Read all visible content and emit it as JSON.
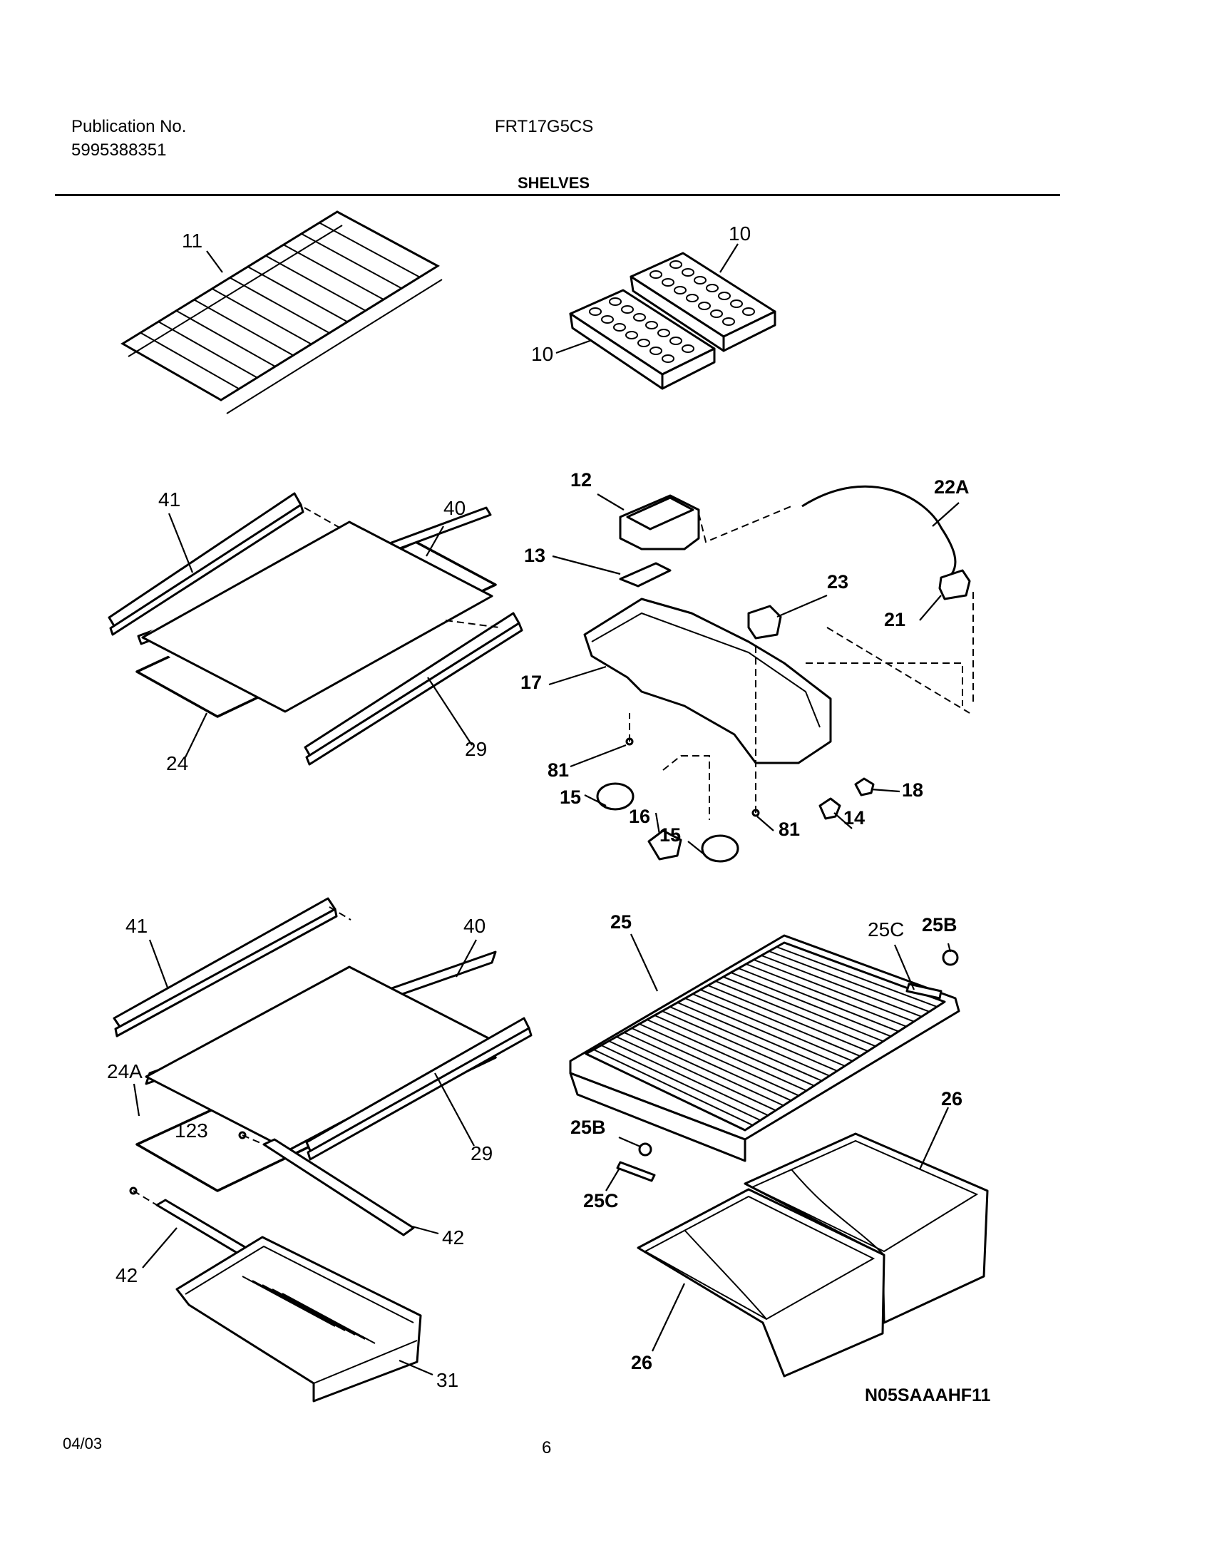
{
  "header": {
    "publication_label": "Publication No.",
    "publication_number": "5995388351",
    "model": "FRT17G5CS",
    "section_title": "SHELVES"
  },
  "footer": {
    "date": "04/03",
    "page_number": "6",
    "diagram_code": "N05SAAAHF11"
  },
  "callouts": {
    "c11": "11",
    "c10a": "10",
    "c10b": "10",
    "c41a": "41",
    "c40a": "40",
    "c29a": "29",
    "c24": "24",
    "c12": "12",
    "c13": "13",
    "c17": "17",
    "c81a": "81",
    "c81b": "81",
    "c15a": "15",
    "c15b": "15",
    "c16": "16",
    "c14": "14",
    "c18": "18",
    "c23": "23",
    "c21": "21",
    "c22a": "22A",
    "c41b": "41",
    "c40b": "40",
    "c24a": "24A",
    "c123": "123",
    "c29b": "29",
    "c42a": "42",
    "c42b": "42",
    "c31": "31",
    "c25": "25",
    "c25c1": "25C",
    "c25b1": "25B",
    "c25b2": "25B",
    "c25c2": "25C",
    "c26a": "26",
    "c26b": "26"
  }
}
